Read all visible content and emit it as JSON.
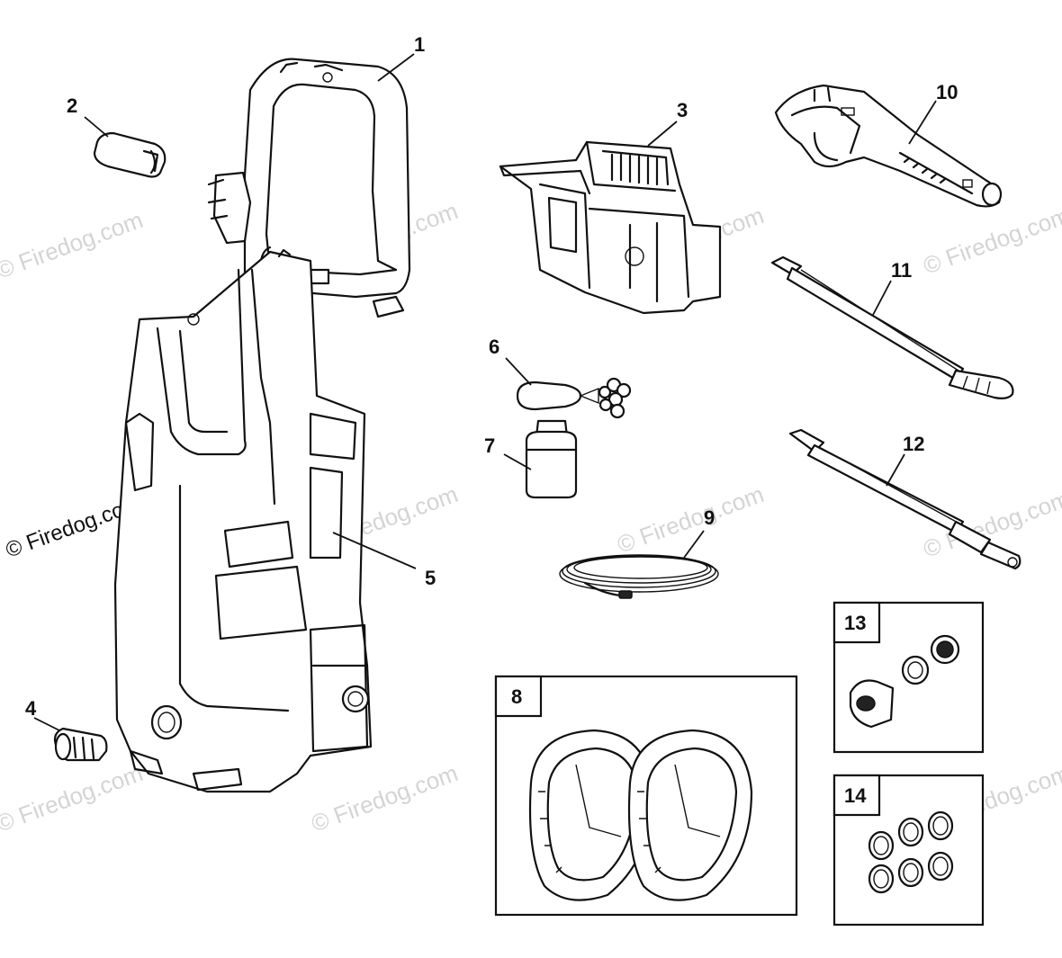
{
  "watermark": "© Firedog.com",
  "watermark_brand": "Firedog.com",
  "callouts": {
    "c1": "1",
    "c2": "2",
    "c3": "3",
    "c4": "4",
    "c5": "5",
    "c6": "6",
    "c7": "7",
    "c8": "8",
    "c9": "9",
    "c10": "10",
    "c11": "11",
    "c12": "12",
    "c13": "13",
    "c14": "14"
  }
}
